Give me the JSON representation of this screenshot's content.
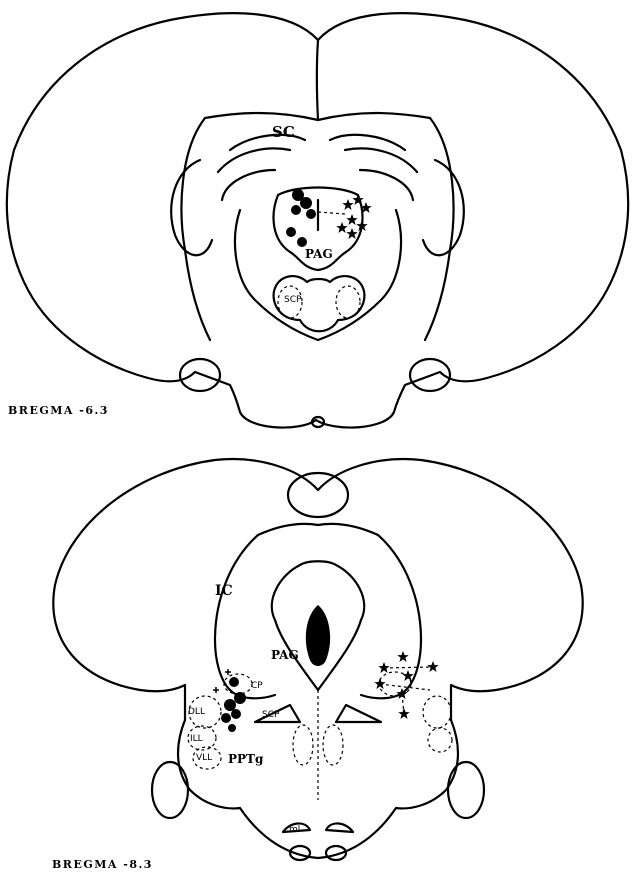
{
  "sections": [
    {
      "caption": "BREGMA  -6.3",
      "labels": {
        "sc": "SC",
        "pag": "PAG",
        "scp": "SCP"
      }
    },
    {
      "caption": "BREGMA  -8.3",
      "labels": {
        "ic": "IC",
        "pag": "PAG",
        "cp": "CP",
        "scp": "SCP",
        "dll": "DLL",
        "ill": "ILL",
        "vll": "VLL",
        "pptg": "PPTg",
        "ml": "ml"
      }
    }
  ],
  "icons": {
    "dot": "filled-circle-marker",
    "star": "star-marker",
    "cross": "cross-marker"
  }
}
